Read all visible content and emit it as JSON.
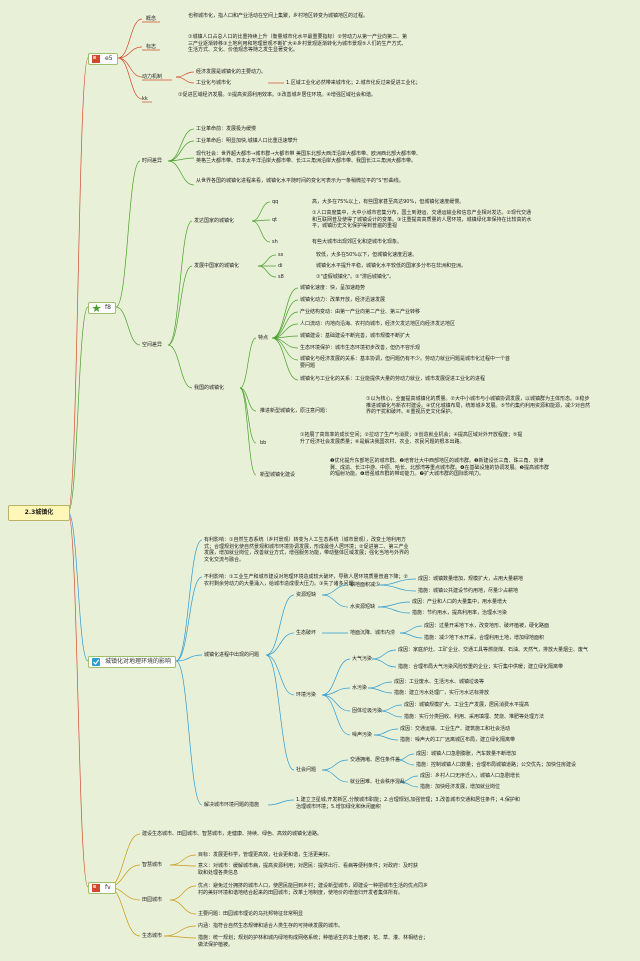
{
  "root": "2.3城镇化",
  "branches": {
    "e5": {
      "label": "e5",
      "icon": "flag-icon",
      "color": "#d24a2e"
    },
    "f8": {
      "label": "f8",
      "icon": "star-icon",
      "color": "#4aa02c"
    },
    "env": {
      "label": "城镇化对地理环境的影响",
      "icon": "check-icon",
      "color": "#2e9bd2"
    },
    "fv": {
      "label": "fv",
      "icon": "flag-icon",
      "color": "#d24a2e"
    }
  },
  "sec1": {
    "c1": "概念",
    "c1d": "也称城市化，指人口和产业活动在空间上集聚，乡村地区转变为城镇地区的过程。",
    "c2": "标志",
    "c2d": "①城镇人口占总人口的比重持续上升（衡量城市化水平最重要指标）②劳动力从第一产业向第二、第三产业逐渐转移③土地利用和地理景观不断扩大④乡村景观逐渐转化为城市景观⑤人们的生产方式、生活方式、文化、价值观念等随之发生显著变化。",
    "c3": "动力机制",
    "c3a": "经济发展是城镇化的主要动力。",
    "c3b": "工业化与城市化",
    "c3c": "1.区域工业化必然带来城市化；2.城市化反过来促进工业化；",
    "c4": "kk",
    "c4d": "①促进区域经济发展。②提高资源利用效率。③改善城乡居住环境。④增强区域社会和谐。"
  },
  "sec2": {
    "s1": "时间差异",
    "s1a": "工业革命前：发展极为缓慢",
    "s1b": "工业革命后：明显加快,城镇人口比重迅速攀升",
    "s1c": "现代社会：世界超大都市→城市群→大都市带 美国东北部大西洋沿岸大都市带、欧洲西北部大都市带、英格兰大都市带、日本太平洋沿岸大都市带、长江三角洲沿岸大都市带、我国长江三角洲大都市带。",
    "s2": "从世界各国的城镇化进程来看，城镇化水平随时间的变化可表示为一条稍微拉平的\"S\"形曲线。",
    "dev": "发达国家的城镇化",
    "dev1k": "qq",
    "dev1": "高，大多在75%以上，有些国家甚至高达90%，但城镇化速度缓慢。",
    "dev2k": "qt",
    "dev2": "①人口高度集中，大中小城市密集分布，国土到港运、交通运输业和信息产业相对发达。②现代交通和互联网普及使得了城镇设计的变革。③注重提高高质量的人居环境，城镇绿化率保持在比较高的水平，城镇历史文化保护得到普遍的重视",
    "dev3k": "sh",
    "dev3": "有些大城市出现郊区化和逆城市化现象。",
    "dvl": "发展中国家的城镇化",
    "dvl1k": "ss",
    "dvl1": "较低，大多在50%以下，但城镇化速度迅速。",
    "dvl2k": "di",
    "dvl2": "城镇化水平提升平稳，城镇化水平较低的国家多分布在非洲和亚洲。",
    "dvl3k": "s8",
    "dvl3": "①\"虚假城镇化\"。②\"滞后城镇化\"。",
    "spc": "空间差异",
    "cn": "我国的城镇化",
    "tz": "特点",
    "tz1": "城镇化速度：快，呈加速趋势",
    "tz2": "城镇化动力：改革开放，经济迅速发展",
    "tz3": "产业结构变动：由第一产业向第二产业、第三产业转移",
    "tz4": "人口流动：内地向沿海、农村向城市，经济欠发达地区向经济发达地区",
    "tz5": "城镇建设：基础建设不断完善，城市规模不断扩大",
    "tz6": "生态环境保护：城市生态环境初步改善，但仍不容乐观",
    "tz7": "城镇化与经济发展的关系：基本协调，但问题仍有不少。劳动力就业问题是城市化过程中一个首要问题",
    "tz8": "城镇化与工业化的关系：工业能提供大量的劳动力就业，城市发展促进工业化的进程",
    "tj": "推进新型城镇化，原注意问题：",
    "tjd": "①以为核心，全面提高城镇化的质量。②大中小城市与小城镇协调发展，以城镇群为主体形态。③稳步推进城镇化与新农村建设。④优化城镇布局，统筹城乡发展。⑤节约集约利用资源和能源，减少对自然界的干扰和破坏。⑥重视历史文化保护。",
    "bb": "bb",
    "bbd": "①拓展了高效率的成长空间；②拉动了生产与消费；③创造就业机会；④提高区域对外开放程度；⑤提升了经济社会发展质量；⑥是解决我国农村、农业、农民问题的根本出路。",
    "xx": "新型城镇化建设",
    "xxd": "❶优化提升东部地区的城市群。❷培育壮大中西部地区的城市群。❸新建设长三角、珠三角、京津冀、成渝、长江中游、中原、哈长、北部湾等重点城市群。❹在基础设施的协调发展。❺提高城市群的辐射功能。❻增强城市群的带动能力。❼扩大城市群的国际影响力。"
  },
  "sec3": {
    "good": "有利影响：①自然生态系统（乡村景观）转变为人工生态系统（城市景观），改变土地利用方式；合理规划化使自然景观和城市环境协调发展，形成最佳人居环境；②促进第二、第三产业发展，增加就业岗位，改善就业方式，增强服务功能，带动整体区域发展；强化当地与外界的文化交流与融合。",
    "bad": "不利影响：①工业生产和城市建设对地理环境造成较大破坏，导致人居环境质量普遍下降；②农村剩余劳动力的大量涌入，给城市造成很大压力。③失了诸多问题。",
    "prob": "城镇化进程中出现的问题",
    "zy": "资源短缺",
    "gd": "耕地面积减少",
    "gd1": "成因：城镇数量增加，规模扩大，占用大量耕地",
    "gd2": "措施：城镇公共建设节约用地，尽量少占耕地",
    "sz": "水资源短缺",
    "sz1": "成因：产业和人口的大量集中，用水量增大",
    "sz2": "措施：节约用水，提高利用率，治理水污染",
    "st": "生态破坏",
    "dm": "地面沉降、城市内涝",
    "dm1": "成因：过量开采地下水，改变地形、破坏植被，硬化路面",
    "dm2": "措施：减少地下水开采，合理利用土地，增加绿地面积",
    "hj": "环境污染",
    "dq": "大气污染",
    "dq1": "成因：家庭炉灶、工矿企业、交通工具等燃烧煤、石油、天然气，排放大量烟尘、废气",
    "dq2": "措施：合理布局大气污染风险较重的企业；实行集中供暖；建立绿化隔离带",
    "sw": "水污染",
    "sw1": "成因：工业废水、生活污水、城镇垃圾等",
    "sw2": "措施：建立污水处理厂，实行污水达标排放",
    "gt": "固体垃圾污染",
    "gt1": "成因：城镇规模扩大、工业生产发展，居民消费水平提高",
    "gt2": "措施：实行分类回收、利用、采用填埋、焚烧、堆肥等处理方法",
    "zs": "噪声污染",
    "zs1": "成因：交通运输、工业生产、建筑施工和社会活动",
    "zs2": "措施：噪声大的工厂远离城区布局，建立绿化隔离带",
    "sh": "社会问题",
    "jt": "交通拥堵、居住条件差",
    "jt1": "成因：城镇人口急剧膨胀，汽车数量不断增加",
    "jt2": "措施：控制城镇人口数量；合理布局城镇道路；公交优先；加快住房建设",
    "jy": "就业困难、社会秩序混乱",
    "jy1": "成因：乡村人口无序迁入，城镇人口急剧增长",
    "jy2": "措施：加快经济发展，增加就业岗位",
    "sol": "解决城市环境问题的措施",
    "sold": "1.建立卫星城,开发新区,分散城市职能；2.合理规划,加强管理；3.改善城市交通和居住条件；4.保护和治理城市环境；5.增加绿化和休闲面积"
  },
  "sec4": {
    "a": "建设生态城市、田园城市、智慧城市，走健康、持续、绿色、高效的城镇化道路。",
    "zh": "智慧城市",
    "zh1": "目标：发展更科学，管理更高效，社会更和谐，生活更美好。",
    "zh2": "意义：对城市：缓解城市病，提高资源利用；对居民：提供出行、看病等便利条件；对政府：及时获取和处理各类信息",
    "ty": "田园城市",
    "ty1": "优点：避免过分拥挤的城市人口，使居民能回到乡村；建设新型城市，即建设一种把城市生活的优点同乡村的美好环境和谐地结合起来的田园城市；改革土地制度，使地价的增值归开发者集体所有。",
    "ty2": "主要问题：田园城市理论的乌托邦特征非常明显",
    "ss": "生态城市",
    "ss1": "内涵：指符合自然生态规律和适合人类生存的可持续发展的城市。",
    "ss2": "措施：统一规划；规划的护林和城内绿地构成网络系统；种植适生的本土植被；花、草、灌、林相结合；做法保护植被。"
  }
}
